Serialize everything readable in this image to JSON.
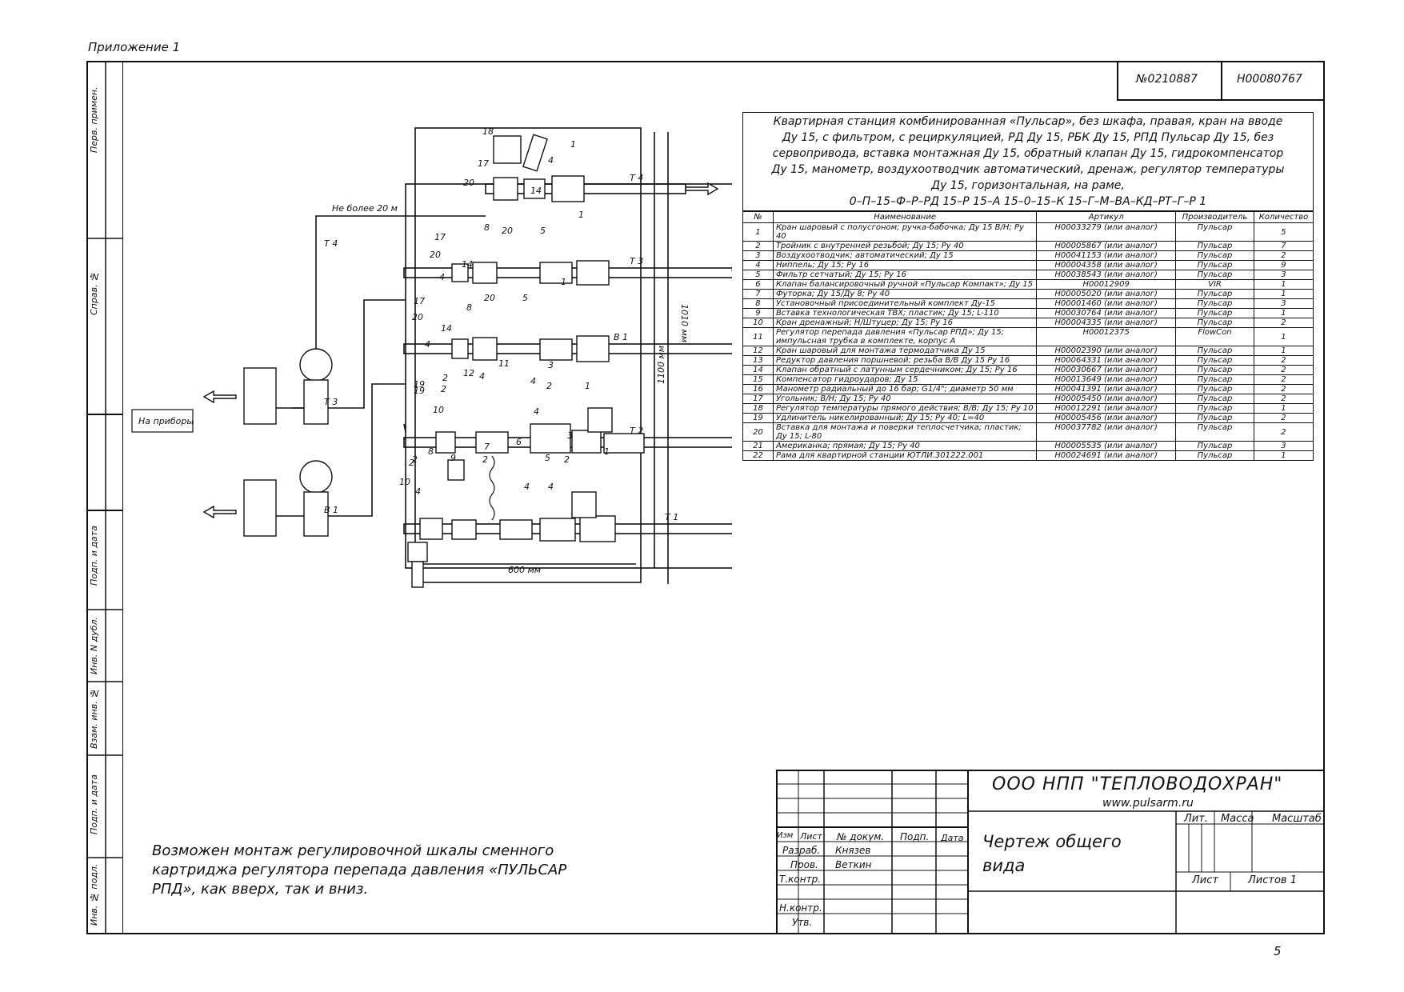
{
  "appendix_label": "Приложение 1",
  "page_number": "5",
  "doc_codes": [
    "№0210887",
    "Н00080767"
  ],
  "description_lines": [
    "Квартирная станция комбинированная «Пульсар», без шкафа, правая, кран на вводе",
    "Ду 15, с фильтром, с рециркуляцией, РД Ду 15, РБК Ду 15, РПД Пульсар Ду 15, без",
    "сервопривода, вставка монтажная Ду 15, обратный клапан Ду 15, гидрокомпенсатор",
    "Ду 15, манометр, воздухоотводчик автоматический, дренаж, регулятор температуры",
    "Ду 15, горизонтальная, на раме,",
    "0–П–15–Ф–Р–РД 15–Р 15–А 15–0–15–К 15–Г–М–ВА–КД–РТ–Г–Р 1"
  ],
  "parts_table": {
    "headers": [
      "№",
      "Наименование",
      "Артикул",
      "Производитель",
      "Количество"
    ],
    "rows": [
      [
        "1",
        "Кран шаровый с полусгоном; ручка-бабочка; Ду 15 В/Н; Ру 40",
        "Н00033279 (или аналог)",
        "Пульсар",
        "5"
      ],
      [
        "2",
        "Тройник с внутренней резьбой; Ду 15; Ру 40",
        "Н00005867 (или аналог)",
        "Пульсар",
        "7"
      ],
      [
        "3",
        "Воздухоотводчик; автоматический; Ду 15",
        "Н00041153 (или аналог)",
        "Пульсар",
        "2"
      ],
      [
        "4",
        "Ниппель; Ду 15; Ру 16",
        "Н00004358 (или аналог)",
        "Пульсар",
        "9"
      ],
      [
        "5",
        "Фильтр сетчатый; Ду 15; Ру 16",
        "Н00038543 (или аналог)",
        "Пульсар",
        "3"
      ],
      [
        "6",
        "Клапан балансировочный ручной «Пульсар Компакт»; Ду 15",
        "Н00012909",
        "VIR",
        "1"
      ],
      [
        "7",
        "Футорка; Ду 15/Ду 8; Ру 40",
        "Н00005020 (или аналог)",
        "Пульсар",
        "1"
      ],
      [
        "8",
        "Установочный присоединительный комплект Ду-15",
        "Н00001460 (или аналог)",
        "Пульсар",
        "3"
      ],
      [
        "9",
        "Вставка технологическая ТВХ; пластик; Ду 15; L-110",
        "Н00030764 (или аналог)",
        "Пульсар",
        "1"
      ],
      [
        "10",
        "Кран дренажный; Н/Штуцер; Ду 15; Ру 16",
        "Н00004335 (или аналог)",
        "Пульсар",
        "2"
      ],
      [
        "11",
        "Регулятор перепада давления «Пульсар РПД»; Ду 15; импульсная трубка в комплекте, корпус А",
        "Н00012375",
        "FlowCon",
        "1"
      ],
      [
        "12",
        "Кран шаровый для монтажа термодатчика Ду 15",
        "Н00002390 (или аналог)",
        "Пульсар",
        "1"
      ],
      [
        "13",
        "Редуктор давления поршневой; резьба В/В Ду 15 Ру 16",
        "Н00064331 (или аналог)",
        "Пульсар",
        "2"
      ],
      [
        "14",
        "Клапан обратный с латунным сердечником; Ду 15; Ру 16",
        "Н00030667 (или аналог)",
        "Пульсар",
        "2"
      ],
      [
        "15",
        "Компенсатор гидроударов; Ду 15",
        "Н00013649 (или аналог)",
        "Пульсар",
        "2"
      ],
      [
        "16",
        "Манометр радиальный до 16 бар; G1/4\"; диаметр 50 мм",
        "Н00041391 (или аналог)",
        "Пульсар",
        "2"
      ],
      [
        "17",
        "Угольник; В/Н; Ду 15; Ру 40",
        "Н00005450 (или аналог)",
        "Пульсар",
        "2"
      ],
      [
        "18",
        "Регулятор температуры прямого действия; В/В; Ду 15; Ру 10",
        "Н00012291 (или аналог)",
        "Пульсар",
        "1"
      ],
      [
        "19",
        "Удлинитель никелированный; Ду 15; Ру 40; L=40",
        "Н00005456 (или аналог)",
        "Пульсар",
        "2"
      ],
      [
        "20",
        "Вставка для монтажа и поверки теплосчетчика; пластик; Ду 15; L-80",
        "Н00037782 (или аналог)",
        "Пульсар",
        "2"
      ],
      [
        "21",
        "Американка; прямая; Ду 15; Ру 40",
        "Н00005535 (или аналог)",
        "Пульсар",
        "3"
      ],
      [
        "22",
        "Рама для квартирной станции ЮТЛИ.301222.001",
        "Н00024691 (или аналог)",
        "Пульсар",
        "1"
      ]
    ]
  },
  "side_labels": [
    "Перв. примен.",
    "Справ. №",
    "Подп. и дата",
    "Инв. N дубл.",
    "Взам. инв. №",
    "Подп. и дата",
    "Инв. № подл."
  ],
  "drawing": {
    "length_note": "Не более 20 м",
    "pipe_labels": {
      "t4_left": "Т 4",
      "t3_left": "Т 3",
      "b1_left": "В 1",
      "t4_right": "Т 4",
      "t3_right": "Т 3",
      "b1_right": "В 1",
      "t2_right": "Т 2",
      "t1_right": "Т 1"
    },
    "to_devices": "На приборы",
    "dim_width": "600 мм",
    "dim_height_inner": "1010 мм",
    "dim_height_outer": "1100 мм",
    "callouts": [
      {
        "n": "18"
      },
      {
        "n": "1"
      },
      {
        "n": "17"
      },
      {
        "n": "20"
      },
      {
        "n": "4"
      },
      {
        "n": "14"
      },
      {
        "n": "1"
      },
      {
        "n": "17"
      },
      {
        "n": "8"
      },
      {
        "n": "20"
      },
      {
        "n": "5"
      },
      {
        "n": "20"
      },
      {
        "n": "14"
      },
      {
        "n": "4"
      },
      {
        "n": "8"
      },
      {
        "n": "20"
      },
      {
        "n": "5"
      },
      {
        "n": "1"
      },
      {
        "n": "17"
      },
      {
        "n": "20"
      },
      {
        "n": "14"
      },
      {
        "n": "4"
      },
      {
        "n": "11"
      },
      {
        "n": "3"
      },
      {
        "n": "12"
      },
      {
        "n": "4"
      },
      {
        "n": "2"
      },
      {
        "n": "4"
      },
      {
        "n": "19"
      },
      {
        "n": "2"
      },
      {
        "n": "19"
      },
      {
        "n": "2"
      },
      {
        "n": "1"
      },
      {
        "n": "10"
      },
      {
        "n": "4"
      },
      {
        "n": "7"
      },
      {
        "n": "6"
      },
      {
        "n": "3"
      },
      {
        "n": "8"
      },
      {
        "n": "9"
      },
      {
        "n": "2"
      },
      {
        "n": "2"
      },
      {
        "n": "5"
      },
      {
        "n": "2"
      },
      {
        "n": "1"
      },
      {
        "n": "2"
      },
      {
        "n": "10"
      },
      {
        "n": "4"
      },
      {
        "n": "4"
      },
      {
        "n": "4"
      }
    ]
  },
  "note": [
    "Возможен монтаж регулировочной шкалы сменного",
    "картриджа регулятора перепада давления «ПУЛЬСАР",
    "РПД», как вверх, так и вниз."
  ],
  "title_block": {
    "company": "ООО НПП \"ТЕПЛОВОДОХРАН\"",
    "website": "www.pulsarm.ru",
    "title_line1": "Чертеж общего",
    "title_line2": "вида",
    "header_cells": [
      "Изм",
      "Лист",
      "№ докум.",
      "Подп.",
      "Дата"
    ],
    "rows": [
      {
        "role": "Разраб.",
        "name": "Князев"
      },
      {
        "role": "Пров.",
        "name": "Веткин"
      },
      {
        "role": "Т.контр.",
        "name": ""
      },
      {
        "role": "",
        "name": ""
      },
      {
        "role": "Н.контр.",
        "name": ""
      },
      {
        "role": "Утв.",
        "name": ""
      }
    ],
    "lit_label": "Лит.",
    "mass_label": "Масса",
    "scale_label": "Масштаб",
    "sheet_label": "Лист",
    "sheets_label": "Листов 1"
  }
}
